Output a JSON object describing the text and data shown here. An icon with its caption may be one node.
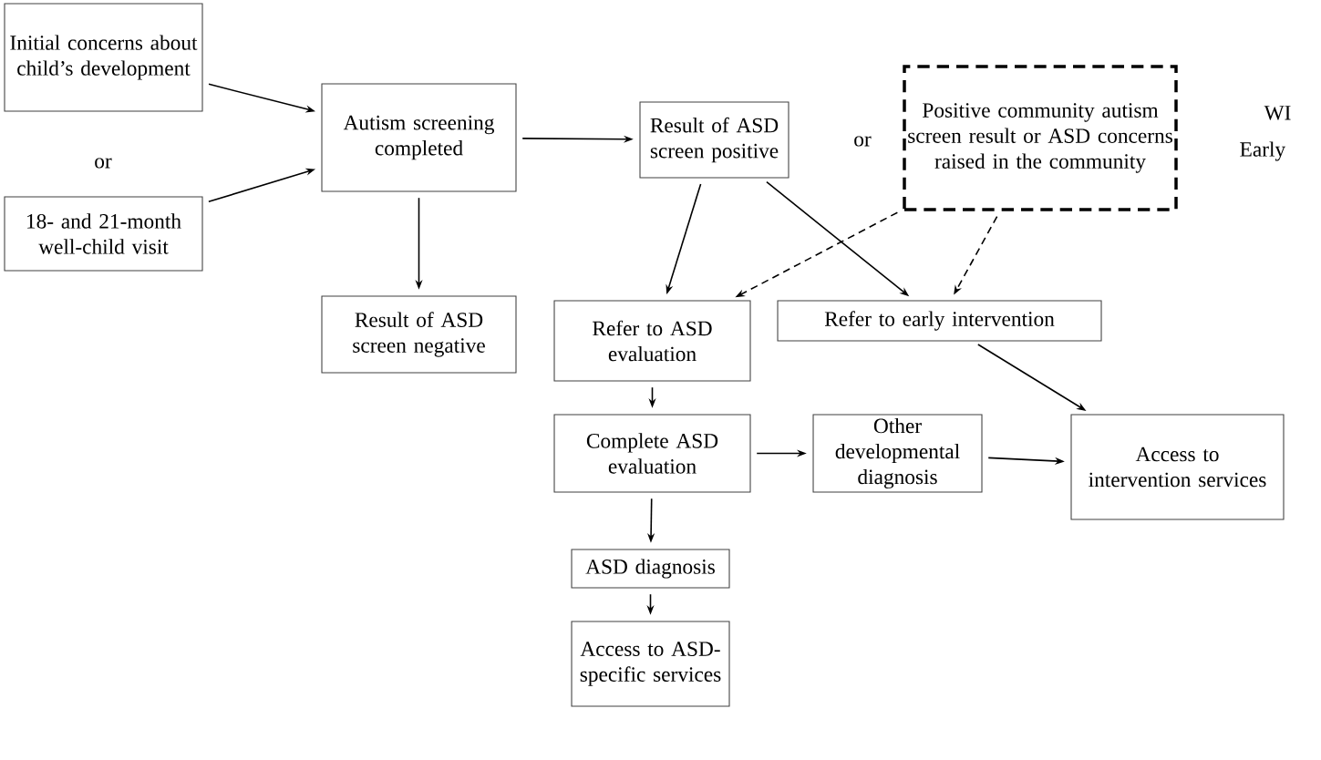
{
  "diagram": {
    "nodes": [
      {
        "text": [
          "Initial concerns about child’s development"
        ]
      },
      {
        "text": [
          "18- and 21-month well-child visit"
        ]
      },
      {
        "text": [
          "Autism screening completed"
        ]
      },
      {
        "text": [
          "Result of ASD screen negative"
        ]
      },
      {
        "text": [
          "Result of ASD screen positive"
        ]
      },
      {
        "text": [
          "Positive community autism screen result or ASD concerns raised in the community"
        ]
      },
      {
        "text": [
          "Refer to ASD evaluation"
        ]
      },
      {
        "text": [
          "Refer to early intervention"
        ]
      },
      {
        "text": [
          "Complete ASD evaluation"
        ]
      },
      {
        "text": [
          "Other developmental diagnosis"
        ]
      },
      {
        "text": [
          "Access to intervention services"
        ]
      },
      {
        "text": [
          "ASD diagnosis"
        ]
      },
      {
        "text": [
          "Access to ASD-specific services"
        ]
      }
    ],
    "edges": [
      {
        "from": 0,
        "to": 2,
        "arrow": "to"
      },
      {
        "from": 1,
        "to": 2,
        "arrow": "to"
      },
      {
        "from": 2,
        "to": 4,
        "arrow": "to"
      },
      {
        "from": 2,
        "to": 3,
        "arrow": "to"
      },
      {
        "from": 4,
        "to": 6,
        "arrow": "to"
      },
      {
        "from": 4,
        "to": 7,
        "arrow": "to"
      },
      {
        "from": 5,
        "to": 6,
        "arrow": "to",
        "style": "dashed"
      },
      {
        "from": 5,
        "to": 7,
        "arrow": "to",
        "style": "dashed"
      },
      {
        "from": 7,
        "to": 10,
        "arrow": "to"
      },
      {
        "from": 6,
        "to": 8,
        "arrow": "to"
      },
      {
        "from": 8,
        "to": 9,
        "arrow": "to"
      },
      {
        "from": 9,
        "to": 10,
        "arrow": "to"
      },
      {
        "from": 8,
        "to": 11,
        "arrow": "to"
      },
      {
        "from": 11,
        "to": 12,
        "arrow": "to"
      }
    ],
    "labels": [
      "or",
      "or",
      "WI",
      "Early"
    ]
  }
}
